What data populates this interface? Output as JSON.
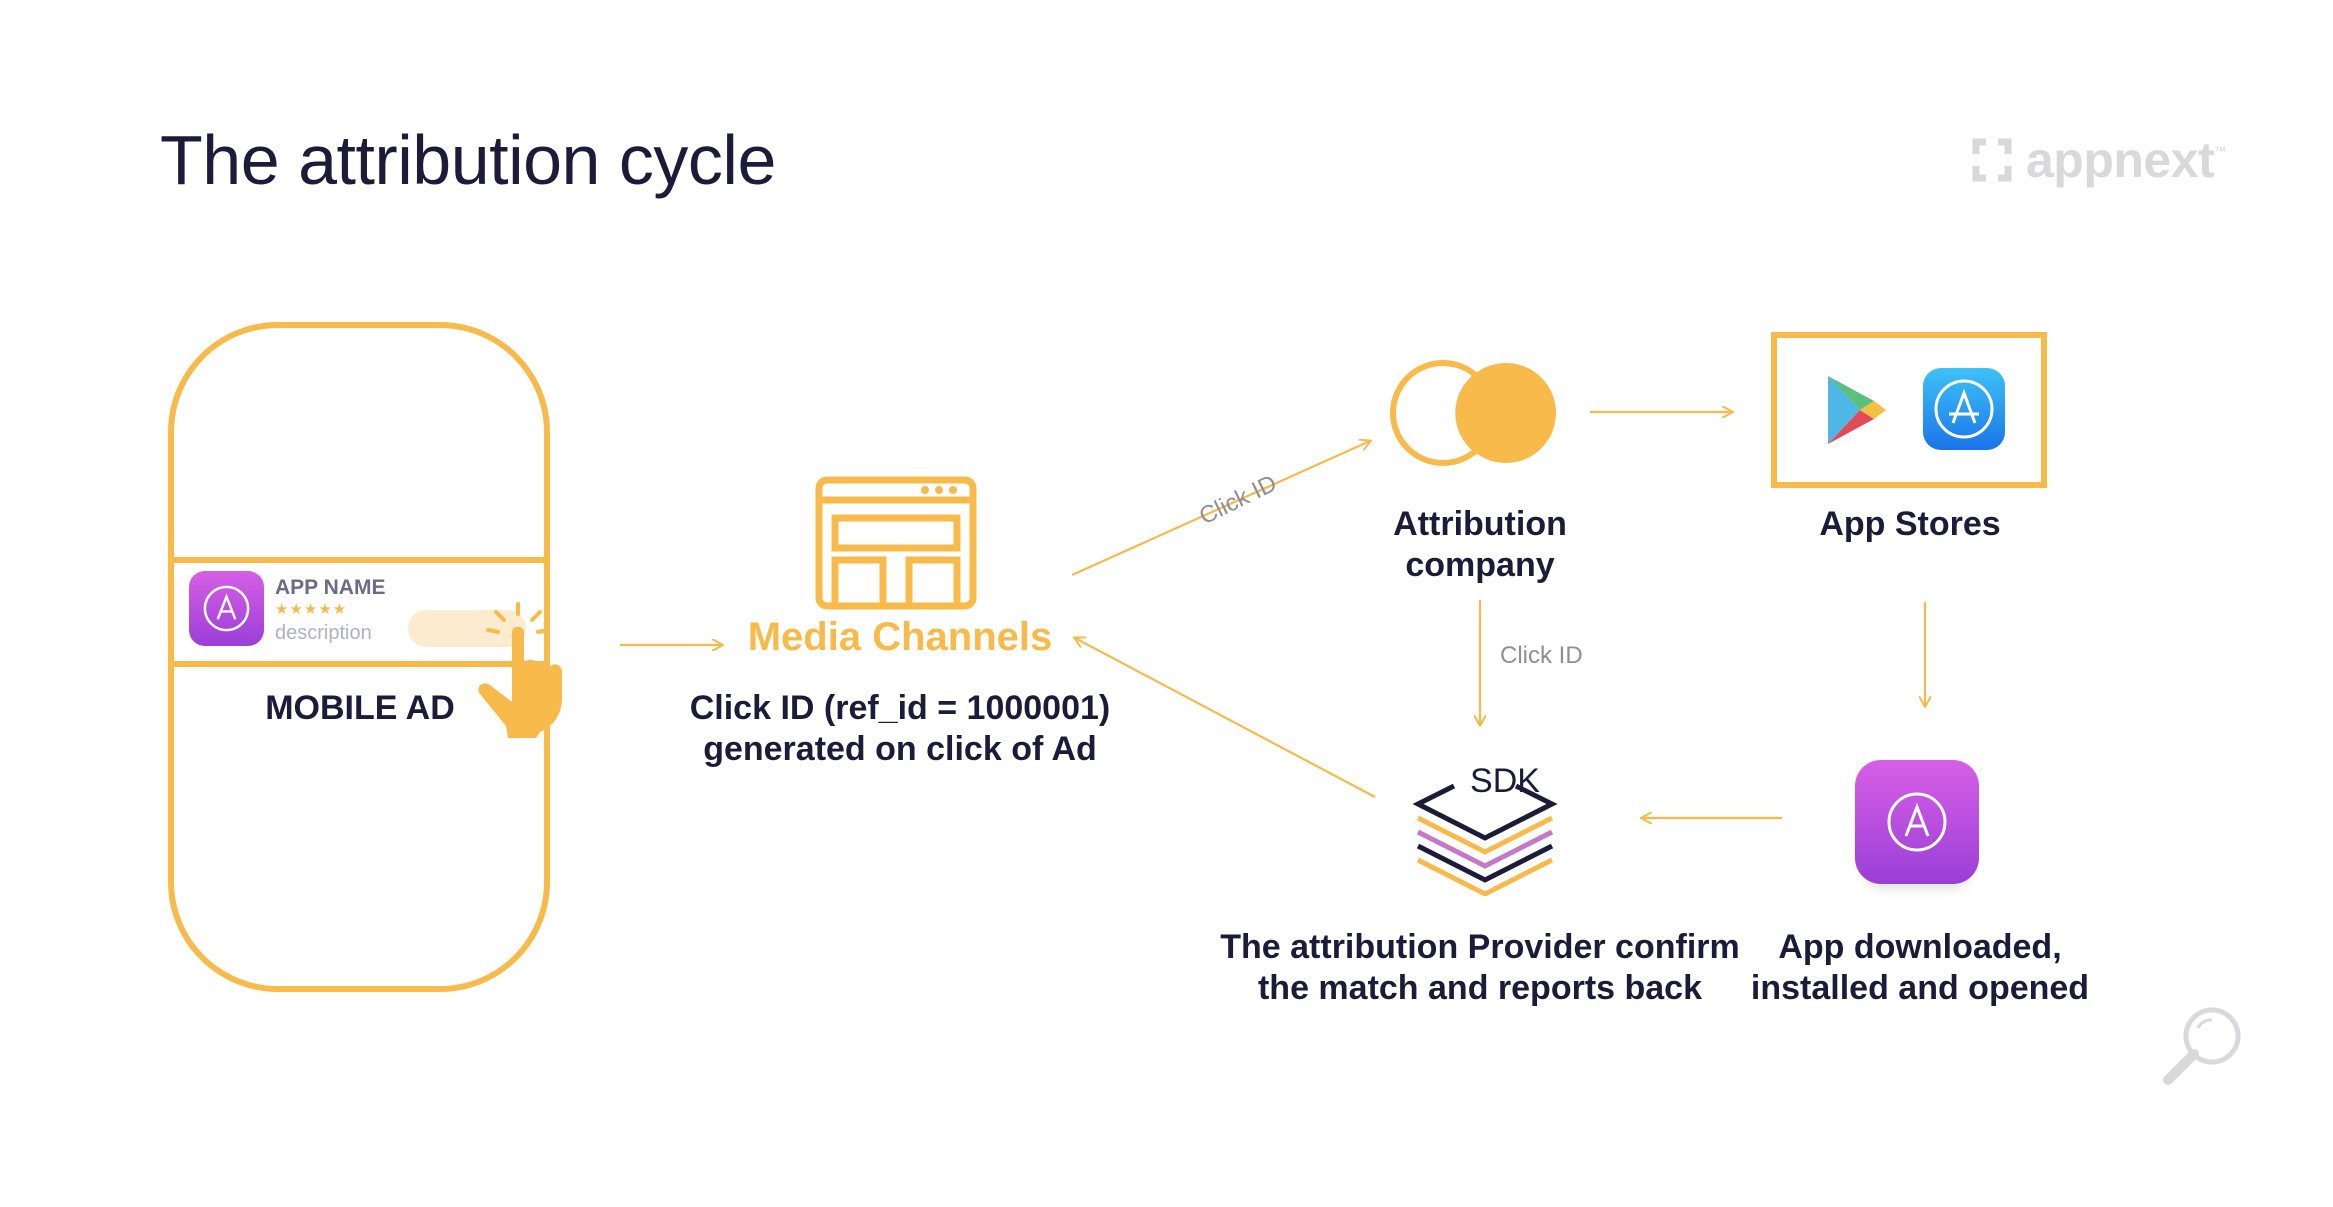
{
  "title": "The attribution cycle",
  "brand": {
    "name": "appnext",
    "tm": "™"
  },
  "mobile_ad": {
    "app_name": "APP NAME",
    "stars": "★★★★★",
    "description": "description",
    "label": "MOBILE AD"
  },
  "media_channels": {
    "title": "Media Channels",
    "desc_line1": "Click ID (ref_id = 1000001)",
    "desc_line2": "generated on click of Ad"
  },
  "attribution_company": {
    "line1": "Attribution",
    "line2": "company"
  },
  "app_stores": {
    "label": "App Stores"
  },
  "sdk": {
    "text": "SDK"
  },
  "provider": {
    "line1": "The attribution Provider confirm",
    "line2": "the match and reports back"
  },
  "app_downloaded": {
    "line1": "App downloaded,",
    "line2": "installed and opened"
  },
  "edge_labels": {
    "click_id_diagonal": "Click ID",
    "click_id_vertical": "Click ID"
  },
  "colors": {
    "accent": "#f8bb4b",
    "text": "#1c1b3a",
    "gray": "#8f8f94",
    "purple": "#c678c8",
    "app_gradient_top": "#d75fe6",
    "app_gradient_bottom": "#9a3fd7"
  }
}
